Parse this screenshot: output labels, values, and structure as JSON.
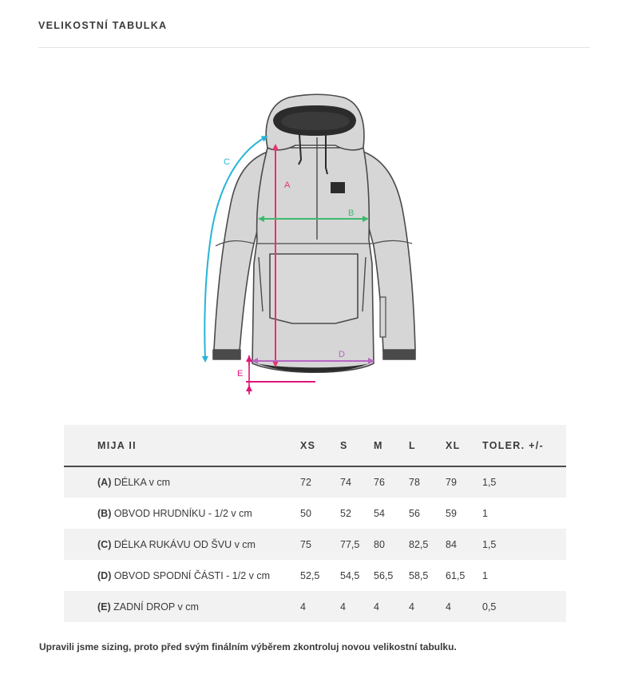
{
  "page": {
    "title": "VELIKOSTNÍ TABULKA",
    "footer_note": "Upravili jsme sizing, proto před svým finálním výběrem zkontroluj novou velikostní tabulku."
  },
  "diagram": {
    "labels": {
      "a": "A",
      "b": "B",
      "c": "C",
      "d": "D",
      "e": "E"
    },
    "colors": {
      "a": "#e8336b",
      "b": "#3dba6f",
      "c": "#27b4d6",
      "d": "#b866c2",
      "e": "#e0157a",
      "garment": "#d6d6d6",
      "outline": "#4a4a4a"
    }
  },
  "table": {
    "headers": {
      "name": "MIJA II",
      "xs": "XS",
      "s": "S",
      "m": "M",
      "l": "L",
      "xl": "XL",
      "tol": "TOLER. +/-"
    },
    "rows": [
      {
        "letter": "(A)",
        "label": " DÉLKA v cm",
        "xs": "72",
        "s": "74",
        "m": "76",
        "l": "78",
        "xl": "79",
        "tol": "1,5"
      },
      {
        "letter": "(B)",
        "label": " OBVOD HRUDNÍKU - 1/2 v cm",
        "xs": "50",
        "s": "52",
        "m": "54",
        "l": "56",
        "xl": "59",
        "tol": "1"
      },
      {
        "letter": "(C)",
        "label": " DÉLKA RUKÁVU OD ŠVU v cm",
        "xs": "75",
        "s": "77,5",
        "m": "80",
        "l": "82,5",
        "xl": "84",
        "tol": "1,5"
      },
      {
        "letter": "(D)",
        "label": " OBVOD SPODNÍ ČÁSTI - 1/2 v cm",
        "xs": "52,5",
        "s": "54,5",
        "m": "56,5",
        "l": "58,5",
        "xl": "61,5",
        "tol": "1"
      },
      {
        "letter": "(E)",
        "label": " ZADNÍ DROP v cm",
        "xs": "4",
        "s": "4",
        "m": "4",
        "l": "4",
        "xl": "4",
        "tol": "0,5"
      }
    ]
  }
}
